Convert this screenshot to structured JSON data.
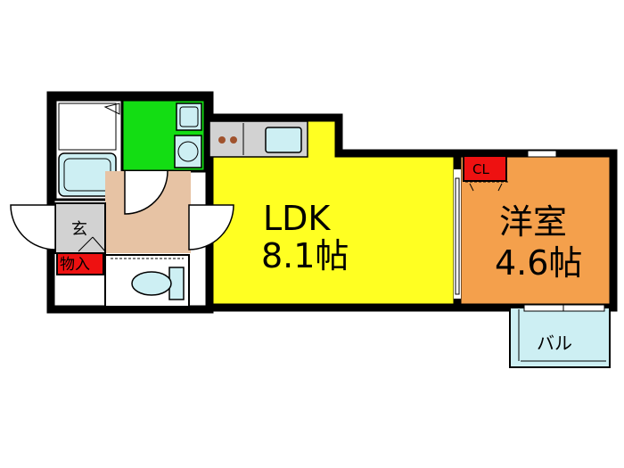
{
  "rooms": {
    "ldk": {
      "name": "LDK",
      "size": "8.1帖",
      "color": "#ffff22"
    },
    "western": {
      "name": "洋室",
      "size": "4.6帖",
      "color": "#f4a04c"
    },
    "closet": {
      "name": "CL",
      "color": "#ee1111"
    },
    "balcony": {
      "name": "バル",
      "color": "#cdeff3"
    },
    "entrance": {
      "name": "玄",
      "color": "#d2d2d2"
    },
    "storage": {
      "name": "物入",
      "color": "#ee1111"
    },
    "washroom": {
      "color": "#13dd13"
    },
    "hall": {
      "color": "#e7c3a4"
    },
    "fixtures": {
      "color": "#cdeff3"
    }
  },
  "colors": {
    "wall": "#000000",
    "kitchen_counter": "#d2d2d2",
    "stove_burner": "#a0522d"
  }
}
